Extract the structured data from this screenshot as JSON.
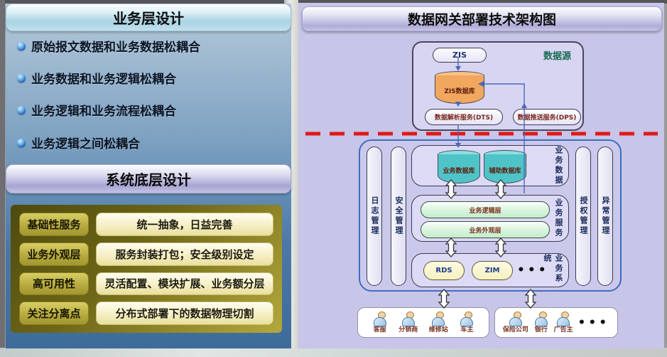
{
  "left_panel": {
    "header": "业务层设计",
    "bullets": [
      "原始报文数据和业务数据松耦合",
      "业务数据和业务逻辑松耦合",
      "业务逻辑和业务流程松耦合",
      "业务逻辑之间松耦合"
    ],
    "subheader": "系统底层设计",
    "table": {
      "rows": [
        {
          "label": "基础性服务",
          "value": "统一抽象，日益完善"
        },
        {
          "label": "业务外观层",
          "value": "服务封装打包；安全级别设定"
        },
        {
          "label": "高可用性",
          "value": "灵活配置、模块扩展、业务额分层"
        },
        {
          "label": "关注分离点",
          "value": "分布式部署下的数据物理切割"
        }
      ]
    }
  },
  "right_panel": {
    "title": "数据网关部署技术架构图",
    "datasource": {
      "label": "数据源",
      "zis": "ZIS",
      "zis_db": "ZIS数据库",
      "dts": "数据解析服务(DTS)",
      "dps": "数据推送服务(DPS)"
    },
    "management_pills": {
      "log": "日志管理",
      "security": "安全管理",
      "authorization": "授权管理",
      "exception": "异常管理"
    },
    "data_box": {
      "side_label": "业务数据",
      "cylinder1": "业务数据库",
      "cylinder2": "辅助数据库"
    },
    "service_box": {
      "side_label": "业务服务",
      "layer1": "业务逻辑层",
      "layer2": "业务外观层"
    },
    "system_box": {
      "side_label": "业务系统",
      "item1": "RDS",
      "item2": "ZIM",
      "ellipsis": "•••"
    },
    "users": {
      "group1": [
        "客服",
        "分销商",
        "维修站",
        "车主"
      ],
      "group2": [
        "保险公司",
        "银行",
        "广告主"
      ],
      "ellipsis": "•••"
    }
  },
  "colors": {
    "left_panel_blue": "#4b79a7",
    "gold_frame": "#6b6416",
    "gold_cell": "#f6efc4",
    "lavender_bg": "#c7c5e8",
    "red_dashed_line": "#e11818",
    "teal_cylinder": "#4fc4c8",
    "orange_cylinder": "#f2a75f",
    "green_layer": "#d4f3da",
    "outer_box_border": "#3f6cc0"
  }
}
